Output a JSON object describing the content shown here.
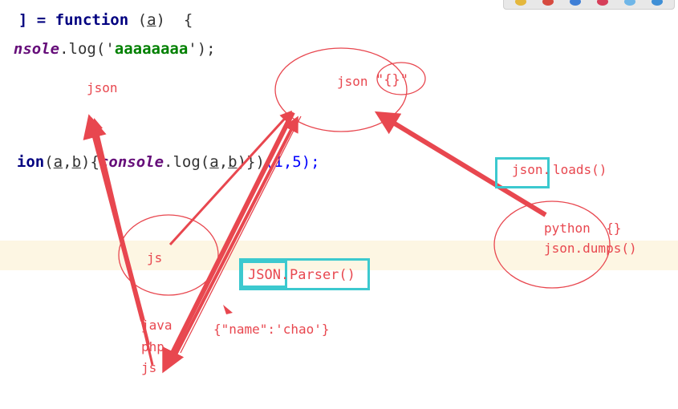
{
  "code": {
    "line1": {
      "prefix": "] = ",
      "keyword": "function",
      "open": " (",
      "param": "a",
      "close": ")  {"
    },
    "line2": {
      "object": "nsole",
      "dot": ".",
      "method": "log",
      "open": "('",
      "string": "aaaaaaaa",
      "close": "');"
    },
    "line3": {
      "fn": "ion",
      "open": "(",
      "p1": "a",
      "comma": ",",
      "p2": "b",
      "mid": "){",
      "obj_c": "c",
      "obj_rest": "onsole",
      "dot": ".",
      "method": "log",
      "open2": "(",
      "q1": "a",
      "comma2": ",",
      "q2": "b",
      "close": ")})",
      "tail": "(1,5);"
    }
  },
  "annotations": {
    "json_left": "json",
    "json_top": "json",
    "json_top_quote": "\"{}\"",
    "js_circle": "js",
    "json_loads_prefix": "json.",
    "json_loads_suffix": "loads()",
    "python": "python  {}",
    "json_dumps": "json.dumps()",
    "json_parser_prefix": "JSON.",
    "json_parser_suffix": "Parser()",
    "name_obj": "{\"name\":'chao'}",
    "java": "java",
    "php": "php",
    "js_bottom": "js"
  },
  "colors": {
    "annotation": "#e8474f",
    "box": "#3cc9cf",
    "highlight": "#fdf6e3"
  }
}
